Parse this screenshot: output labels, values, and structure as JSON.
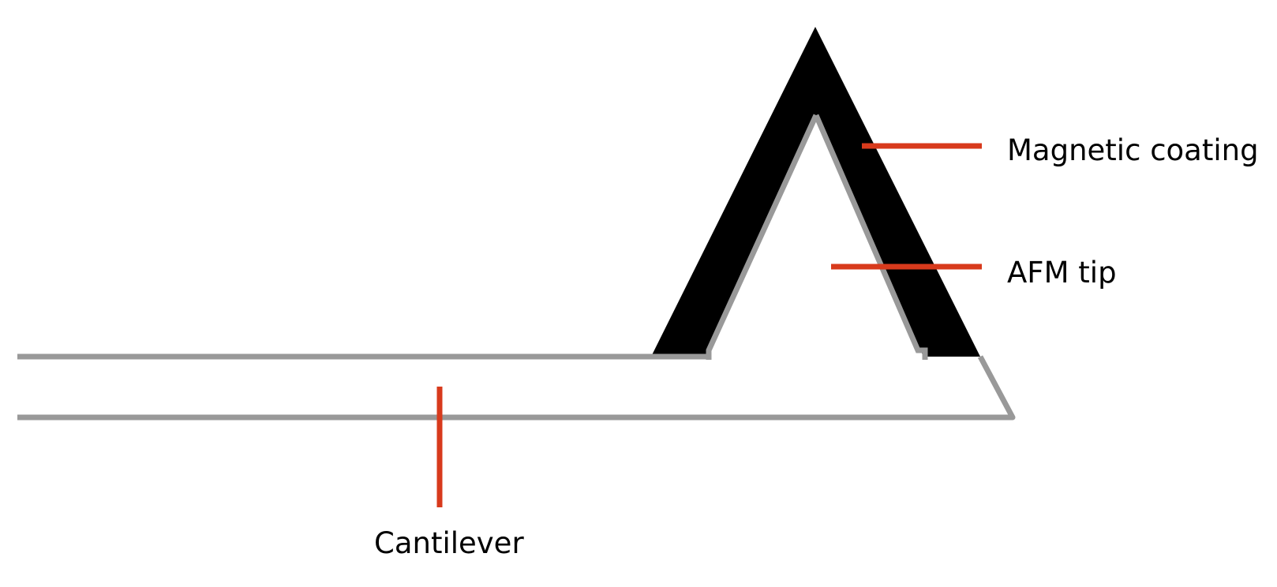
{
  "labels": {
    "magnetic_coating": "Magnetic coating",
    "afm_tip": "AFM tip",
    "cantilever": "Cantilever"
  },
  "colors": {
    "background": "#ffffff",
    "coating": "#000000",
    "tip_outline": "#999999",
    "leader_line": "#d83a1c",
    "text": "#000000"
  }
}
